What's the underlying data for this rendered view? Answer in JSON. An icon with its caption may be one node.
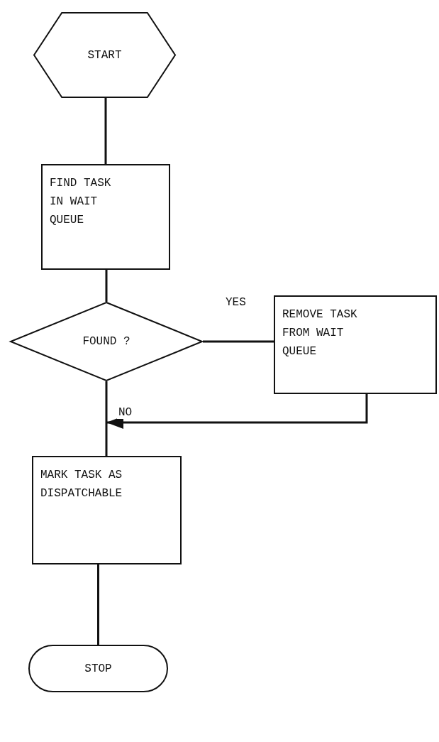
{
  "diagram": {
    "nodes": [
      {
        "text": [
          "START"
        ]
      },
      {
        "text": [
          "FIND TASK IN WAIT QUEUE"
        ]
      },
      {
        "text": [
          "FOUND ?"
        ]
      },
      {
        "text": [
          "REMOVE TASK FROM WAIT QUEUE"
        ]
      },
      {
        "text": [
          "MARK TASK AS DISPATCHABLE"
        ]
      },
      {
        "text": [
          "STOP"
        ]
      }
    ],
    "edges": [
      {
        "from": 0,
        "to": 1,
        "arrow": "none"
      },
      {
        "from": 1,
        "to": 2,
        "arrow": "none"
      },
      {
        "from": 2,
        "to": 3,
        "arrow": "none",
        "label": "YES"
      },
      {
        "from": 2,
        "to": 4,
        "arrow": "none",
        "label": "NO"
      },
      {
        "from": 3,
        "to": 4,
        "arrow": "to"
      },
      {
        "from": 4,
        "to": 5,
        "arrow": "none"
      }
    ]
  }
}
